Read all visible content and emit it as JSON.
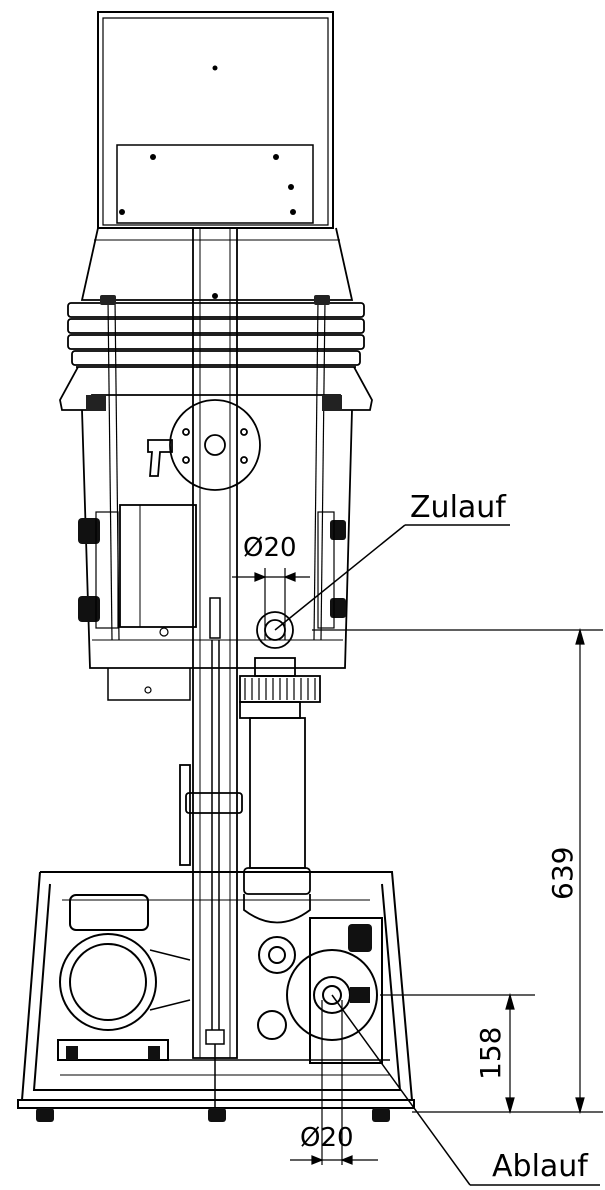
{
  "labels": {
    "inlet": "Zulauf",
    "outlet": "Ablauf",
    "inlet_diameter": "Ø20",
    "outlet_diameter": "Ø20",
    "height_inlet": "639",
    "height_outlet": "158"
  }
}
